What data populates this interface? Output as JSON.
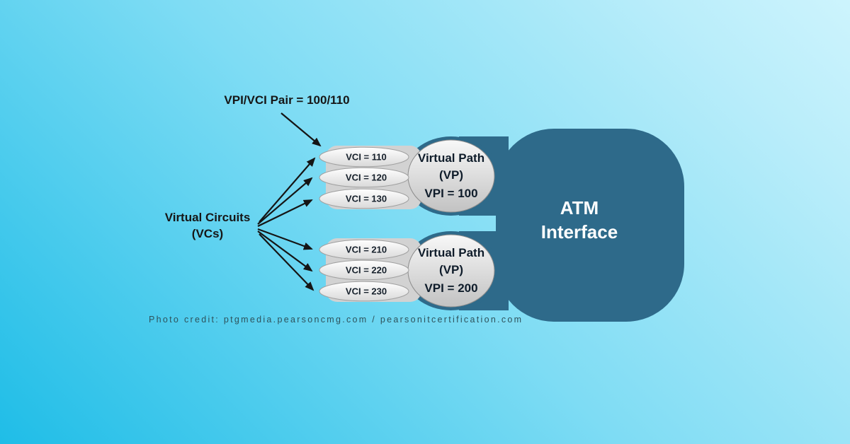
{
  "annotations": {
    "vpi_vci_pair": "VPI/VCI Pair = 100/110",
    "virtual_circuits_line1": "Virtual Circuits",
    "virtual_circuits_line2": "(VCs)"
  },
  "virtual_paths": [
    {
      "name": "Virtual Path",
      "abbr": "(VP)",
      "vpi": "VPI = 100",
      "vcis": [
        "VCI = 110",
        "VCI = 120",
        "VCI = 130"
      ]
    },
    {
      "name": "Virtual Path",
      "abbr": "(VP)",
      "vpi": "VPI = 200",
      "vcis": [
        "VCI = 210",
        "VCI = 220",
        "VCI = 230"
      ]
    }
  ],
  "atm_interface": {
    "line1": "ATM",
    "line2": "Interface"
  },
  "credit": "Photo credit: ptgmedia.pearsoncmg.com / pearsonitcertification.com",
  "colors": {
    "background_top_right": "#cdf4fd",
    "background_bottom_left": "#1fbde7",
    "shape_dark": "#2e6a8a",
    "ellipse_light": "#e9e9e9",
    "band_gray": "#d2d2d2",
    "arrow": "#151515",
    "text_dark": "#0f1c2a",
    "text_white": "#ffffff"
  }
}
